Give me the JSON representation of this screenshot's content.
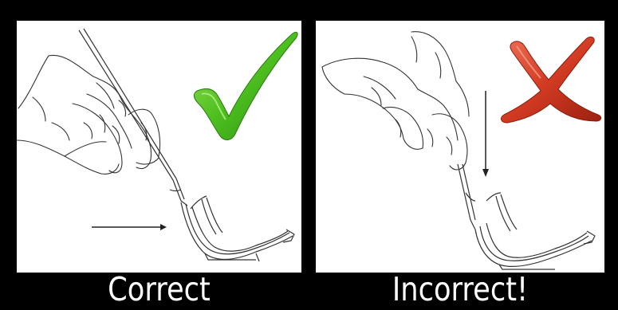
{
  "panels": [
    {
      "caption": "Correct",
      "verdict_icon": "green-checkmark",
      "verdict_color": "#3fae1a"
    },
    {
      "caption": "Incorrect!",
      "verdict_icon": "red-x-mark",
      "verdict_color": "#c9311c"
    }
  ],
  "colors": {
    "background": "#000000",
    "panel_background": "#ffffff",
    "caption_text": "#ffffff",
    "line_art": "#333333"
  }
}
